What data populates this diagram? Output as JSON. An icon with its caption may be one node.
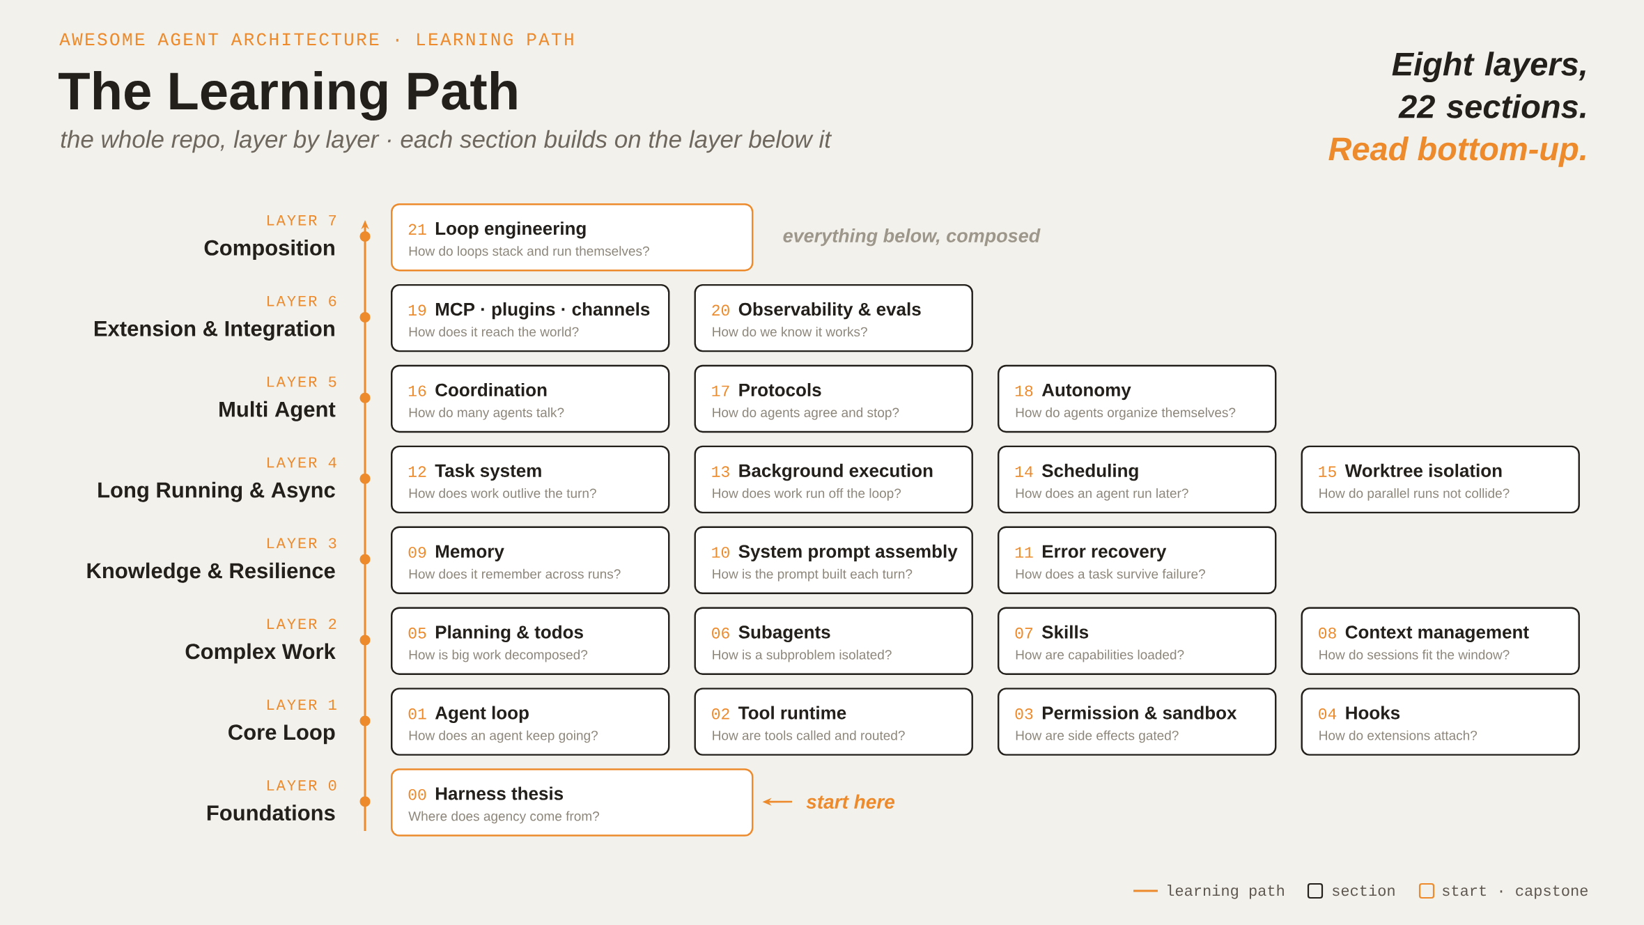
{
  "diagram": {
    "title": "The Learning Path",
    "nodes": [
      {
        "text": [
          "21",
          "Loop engineering",
          "How do loops stack and run themselves?"
        ],
        "beside": [
          "everything below, composed"
        ]
      },
      {
        "text": [
          "19",
          "MCP · plugins · channels",
          "How does it reach the world?"
        ]
      },
      {
        "text": [
          "20",
          "Observability & evals",
          "How do we know it works?"
        ]
      },
      {
        "text": [
          "16",
          "Coordination",
          "How do many agents talk?"
        ]
      },
      {
        "text": [
          "17",
          "Protocols",
          "How do agents agree and stop?"
        ]
      },
      {
        "text": [
          "18",
          "Autonomy",
          "How do agents organize themselves?"
        ]
      },
      {
        "text": [
          "12",
          "Task system",
          "How does work outlive the turn?"
        ]
      },
      {
        "text": [
          "13",
          "Background execution",
          "How does work run off the loop?"
        ]
      },
      {
        "text": [
          "14",
          "Scheduling",
          "How does an agent run later?"
        ]
      },
      {
        "text": [
          "15",
          "Worktree isolation",
          "How do parallel runs not collide?"
        ]
      },
      {
        "text": [
          "09",
          "Memory",
          "How does it remember across runs?"
        ]
      },
      {
        "text": [
          "10",
          "System prompt assembly",
          "How is the prompt built each turn?"
        ]
      },
      {
        "text": [
          "11",
          "Error recovery",
          "How does a task survive failure?"
        ]
      },
      {
        "text": [
          "05",
          "Planning & todos",
          "How is big work decomposed?"
        ]
      },
      {
        "text": [
          "06",
          "Subagents",
          "How is a subproblem isolated?"
        ]
      },
      {
        "text": [
          "07",
          "Skills",
          "How are capabilities loaded?"
        ]
      },
      {
        "text": [
          "08",
          "Context management",
          "How do sessions fit the window?"
        ]
      },
      {
        "text": [
          "01",
          "Agent loop",
          "How does an agent keep going?"
        ]
      },
      {
        "text": [
          "02",
          "Tool runtime",
          "How are tools called and routed?"
        ]
      },
      {
        "text": [
          "03",
          "Permission & sandbox",
          "How are side effects gated?"
        ]
      },
      {
        "text": [
          "04",
          "Hooks",
          "How do extensions attach?"
        ]
      },
      {
        "text": [
          "00",
          "Harness thesis",
          "Where does agency come from?"
        ]
      },
      {
        "text": [
          "start here"
        ]
      }
    ],
    "edges": [
      {
        "from": 22,
        "to": 21,
        "arrow": "to"
      }
    ],
    "labels": [
      "AWESOME AGENT ARCHITECTURE · LEARNING PATH",
      "the whole repo, layer by layer · each section builds on the layer below it",
      "Eight layers, 22 sections.",
      "Read bottom-up.",
      "LAYER 7",
      "Composition",
      "LAYER 6",
      "Extension & Integration",
      "LAYER 5",
      "Multi Agent",
      "LAYER 4",
      "Long Running & Async",
      "LAYER 3",
      "Knowledge & Resilience",
      "LAYER 2",
      "Complex Work",
      "LAYER 1",
      "Core Loop",
      "LAYER 0",
      "Foundations"
    ],
    "legend": [
      {
        "text": "learning path"
      },
      {
        "text": "section"
      },
      {
        "text": "start · capstone"
      }
    ]
  }
}
